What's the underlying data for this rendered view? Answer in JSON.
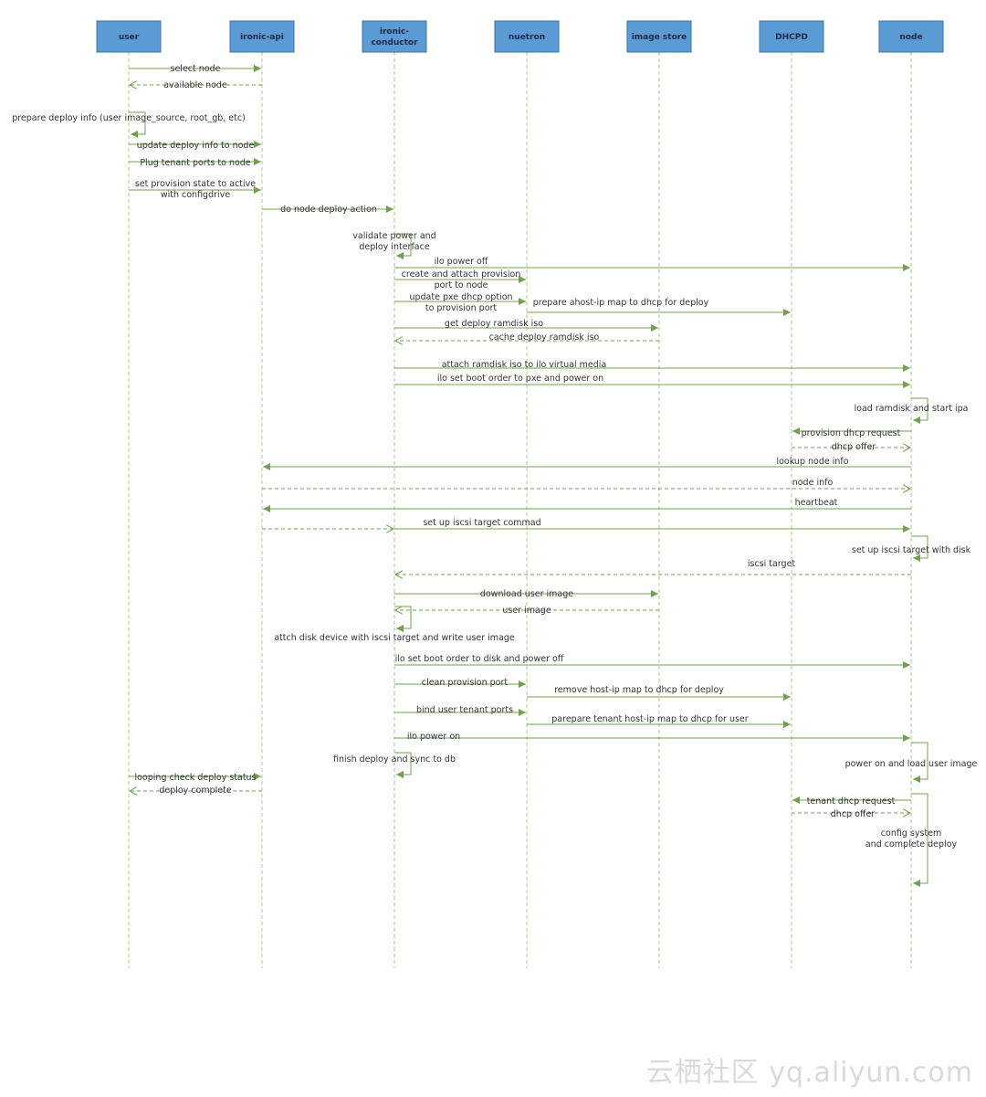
{
  "colors": {
    "header_fill": "#5b9bd5",
    "header_border": "#41719c",
    "arrow": "#70a050",
    "lifeline": "#a8c890"
  },
  "participants": [
    {
      "id": "user",
      "name": "user"
    },
    {
      "id": "api",
      "name": "ironic-api"
    },
    {
      "id": "cond",
      "name": "ironic-\nconductor"
    },
    {
      "id": "neutron",
      "name": "nuetron"
    },
    {
      "id": "image",
      "name": "image store"
    },
    {
      "id": "dhcp",
      "name": "DHCPD"
    },
    {
      "id": "node",
      "name": "node"
    }
  ],
  "messages": [
    {
      "from": "user",
      "to": "api",
      "text": "select node",
      "type": "sync"
    },
    {
      "from": "api",
      "to": "user",
      "text": "available node",
      "type": "return"
    },
    {
      "from": "user",
      "to": "user",
      "text": "prepare deploy info (user image_source, root_gb, etc)",
      "type": "self"
    },
    {
      "from": "user",
      "to": "api",
      "text": "update deploy info to node",
      "type": "sync"
    },
    {
      "from": "user",
      "to": "api",
      "text": "Plug tenant ports  to node",
      "type": "sync"
    },
    {
      "from": "user",
      "to": "api",
      "text": "set provision state to active\nwith configdrive",
      "type": "sync"
    },
    {
      "from": "api",
      "to": "cond",
      "text": "do node deploy action",
      "type": "sync"
    },
    {
      "from": "cond",
      "to": "cond",
      "text": "validate power and\ndeploy interface",
      "type": "self"
    },
    {
      "from": "cond",
      "to": "node",
      "text": "ilo power off",
      "type": "sync"
    },
    {
      "from": "cond",
      "to": "neutron",
      "text": "create and attach provision\nport to node",
      "type": "sync"
    },
    {
      "from": "cond",
      "to": "neutron",
      "text": "update pxe dhcp option\nto provision port",
      "type": "sync"
    },
    {
      "from": "neutron",
      "to": "dhcp",
      "text": "prepare ahost-ip map to dhcp for deploy",
      "type": "sync"
    },
    {
      "from": "cond",
      "to": "image",
      "text": "get deploy ramdisk iso",
      "type": "sync"
    },
    {
      "from": "image",
      "to": "cond",
      "text": "cache deploy ramdisk iso",
      "type": "return"
    },
    {
      "from": "cond",
      "to": "node",
      "text": "attach ramdisk iso to ilo virtual media",
      "type": "sync"
    },
    {
      "from": "cond",
      "to": "node",
      "text": "ilo set boot order to pxe and power on",
      "type": "sync"
    },
    {
      "from": "node",
      "to": "node",
      "text": "load ramdisk and start ipa",
      "type": "self"
    },
    {
      "from": "node",
      "to": "dhcp",
      "text": "provision dhcp request",
      "type": "sync"
    },
    {
      "from": "dhcp",
      "to": "node",
      "text": "dhcp offer",
      "type": "return"
    },
    {
      "from": "node",
      "to": "api",
      "text": "lookup node info",
      "type": "sync"
    },
    {
      "from": "api",
      "to": "node",
      "text": "node info",
      "type": "return"
    },
    {
      "from": "node",
      "to": "api",
      "text": "heartbeat",
      "type": "sync"
    },
    {
      "from": "api",
      "to": "cond",
      "text": "",
      "type": "return"
    },
    {
      "from": "cond",
      "to": "node",
      "text": "set up iscsi target commad",
      "type": "sync"
    },
    {
      "from": "node",
      "to": "node",
      "text": "set up iscsi target with disk",
      "type": "self"
    },
    {
      "from": "node",
      "to": "cond",
      "text": "iscsi target",
      "type": "return"
    },
    {
      "from": "cond",
      "to": "image",
      "text": "download user image",
      "type": "sync"
    },
    {
      "from": "image",
      "to": "cond",
      "text": "user image",
      "type": "return"
    },
    {
      "from": "cond",
      "to": "cond",
      "text": "attch disk device with iscsi target and write user image",
      "type": "self"
    },
    {
      "from": "cond",
      "to": "node",
      "text": "ilo set boot order to disk and power off",
      "type": "sync"
    },
    {
      "from": "cond",
      "to": "neutron",
      "text": "clean provision port",
      "type": "sync"
    },
    {
      "from": "neutron",
      "to": "dhcp",
      "text": "remove host-ip map to dhcp for deploy",
      "type": "sync"
    },
    {
      "from": "cond",
      "to": "neutron",
      "text": "bind user tenant ports",
      "type": "sync"
    },
    {
      "from": "neutron",
      "to": "dhcp",
      "text": "parepare tenant host-ip map to dhcp for user",
      "type": "sync"
    },
    {
      "from": "cond",
      "to": "node",
      "text": "ilo power on",
      "type": "sync"
    },
    {
      "from": "cond",
      "to": "cond",
      "text": "finish deploy and sync to db",
      "type": "self"
    },
    {
      "from": "node",
      "to": "node",
      "text": "power on and load user image",
      "type": "self"
    },
    {
      "from": "user",
      "to": "api",
      "text": "looping check deploy status",
      "type": "sync"
    },
    {
      "from": "api",
      "to": "user",
      "text": "deploy complete",
      "type": "return"
    },
    {
      "from": "node",
      "to": "dhcp",
      "text": "tenant dhcp request",
      "type": "sync"
    },
    {
      "from": "dhcp",
      "to": "node",
      "text": "dhcp offer",
      "type": "return"
    },
    {
      "from": "node",
      "to": "node",
      "text": "config system\nand complete deploy",
      "type": "self"
    }
  ],
  "watermark": "云栖社区 yq.aliyun.com"
}
